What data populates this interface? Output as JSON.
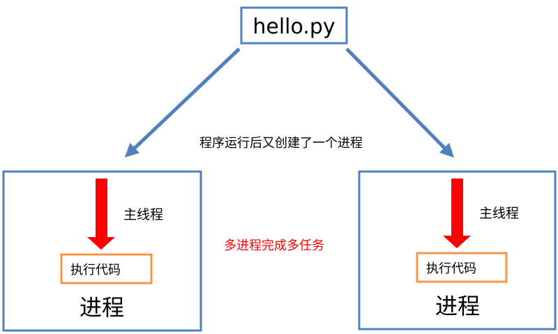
{
  "source": {
    "label": "hello.py"
  },
  "caption": "程序运行后又创建了一个进程",
  "center_note": "多进程完成多任务",
  "processes": [
    {
      "thread_label": "主线程",
      "code_label": "执行代码",
      "process_label": "进程"
    },
    {
      "thread_label": "主线程",
      "code_label": "执行代码",
      "process_label": "进程"
    }
  ],
  "colors": {
    "box_border": "#4f81bd",
    "arrow_blue": "#4f81bd",
    "thread_arrow": "#ff0000",
    "code_border": "#f79646",
    "note": "#ff0000"
  }
}
